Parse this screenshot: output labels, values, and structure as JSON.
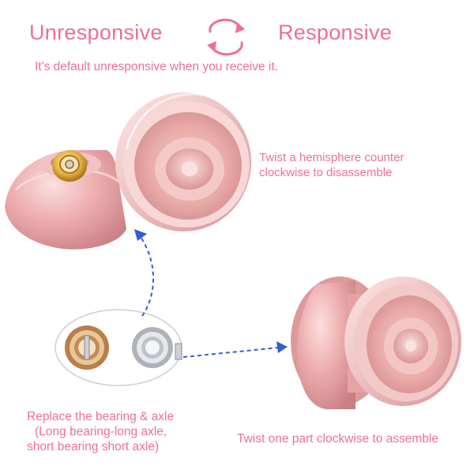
{
  "header": {
    "left_mode": "Unresponsive",
    "right_mode": "Responsive",
    "switch_icon": "swap-arrows-icon"
  },
  "subtitle": "It's default unresponsive when you receive it.",
  "captions": {
    "disassemble": [
      "Twist a hemisphere counter",
      "clockwise to disassemble"
    ],
    "bearing": [
      "Replace the bearing & axle",
      "(Long bearing-long axle,",
      "short bearing short axle)"
    ],
    "assemble": "Twist one part clockwise to assemble"
  },
  "colors": {
    "text_pink": "#ee6f95",
    "yoyo_pink": "#e9a4a8",
    "arrow_blue": "#2f5fd0",
    "bearing_gold": "#c78d55",
    "bearing_silver": "#b8bcc2"
  }
}
